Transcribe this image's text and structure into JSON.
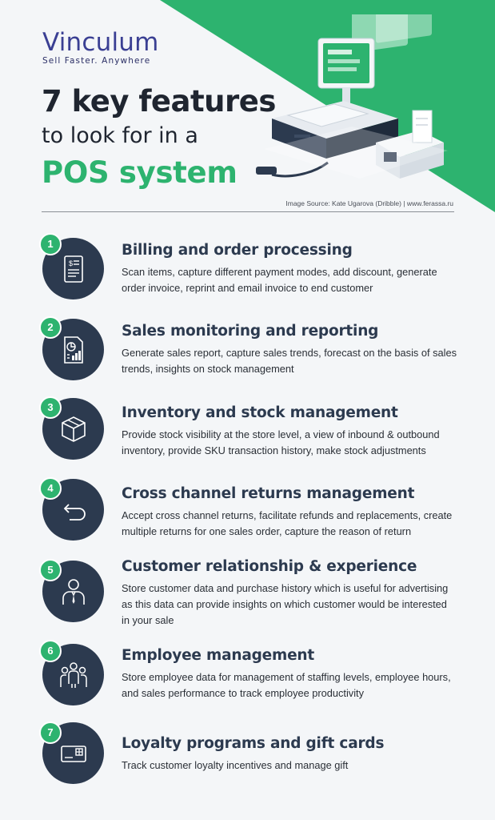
{
  "brand": {
    "name": "Vinculum",
    "tagline": "Sell Faster. Anywhere"
  },
  "title": {
    "line1": "7 key features",
    "line2": "to look for in a",
    "line3": "POS system"
  },
  "source_credit": "Image Source: Kate Ugarova (Dribble)  |  www.ferassa.ru",
  "colors": {
    "accent_green": "#2db36f",
    "navy": "#2c3a4f",
    "brand_blue": "#3a3f93"
  },
  "features": [
    {
      "number": "1",
      "icon": "invoice-icon",
      "title": "Billing and order processing",
      "desc": "Scan items, capture different payment modes, add discount, generate order invoice, reprint and email invoice to end customer"
    },
    {
      "number": "2",
      "icon": "report-chart-icon",
      "title": "Sales monitoring and reporting",
      "desc": "Generate sales report, capture sales trends, forecast on the basis of sales trends, insights on stock management"
    },
    {
      "number": "3",
      "icon": "box-icon",
      "title": "Inventory and stock management",
      "desc": "Provide stock visibility at the store level, a view of inbound & outbound inventory, provide SKU transaction history, make stock adjustments"
    },
    {
      "number": "4",
      "icon": "return-arrow-icon",
      "title": "Cross channel returns management",
      "desc": "Accept cross channel returns, facilitate refunds and replacements, create multiple returns for one sales order, capture the reason of return"
    },
    {
      "number": "5",
      "icon": "customer-icon",
      "title": "Customer relationship & experience",
      "desc": "Store customer data and purchase history which is useful for advertising as this data can provide insights on which customer would be interested in your sale"
    },
    {
      "number": "6",
      "icon": "employees-icon",
      "title": "Employee management",
      "desc": "Store employee data for management of staffing levels, employee hours, and sales performance to track employee productivity"
    },
    {
      "number": "7",
      "icon": "gift-card-icon",
      "title": "Loyalty programs and gift cards",
      "desc": "Track customer loyalty incentives and manage gift"
    }
  ]
}
